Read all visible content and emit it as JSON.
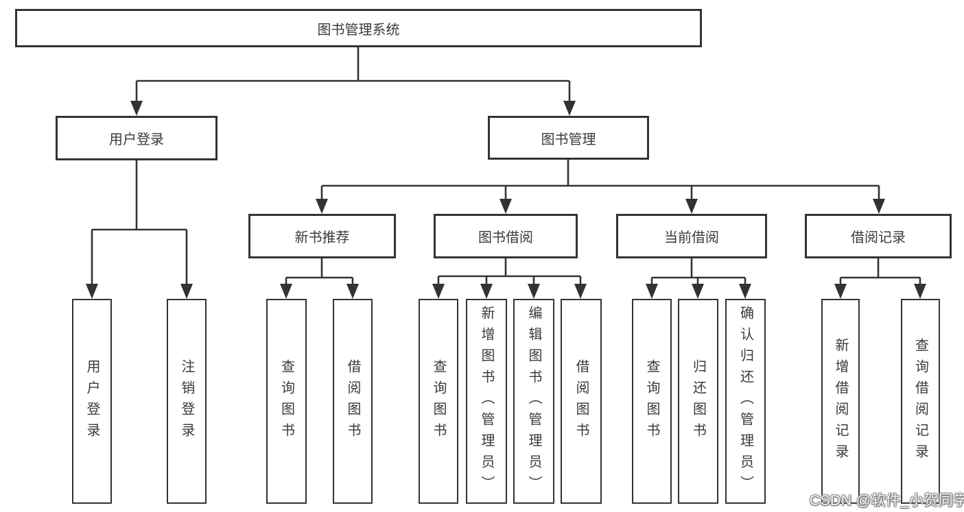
{
  "colors": {
    "line": "#333333",
    "text": "#3a3a3a",
    "background": "#ffffff",
    "watermark_text": "#f7f7f7",
    "watermark_shadow": "#6e6e6e"
  },
  "watermark": {
    "text": "CSDN @软件_小贺同学"
  },
  "tree": {
    "label": "图书管理系统",
    "children": [
      {
        "label": "用户登录",
        "children": [
          {
            "label": "用户登录"
          },
          {
            "label": "注销登录"
          }
        ]
      },
      {
        "label": "图书管理",
        "children": [
          {
            "label": "新书推荐",
            "children": [
              {
                "label": "查询图书"
              },
              {
                "label": "借阅图书"
              }
            ]
          },
          {
            "label": "图书借阅",
            "children": [
              {
                "label": "查询图书"
              },
              {
                "label": "新增图书（管理员）"
              },
              {
                "label": "编辑图书（管理员）"
              },
              {
                "label": "借阅图书"
              }
            ]
          },
          {
            "label": "当前借阅",
            "children": [
              {
                "label": "查询图书"
              },
              {
                "label": "归还图书"
              },
              {
                "label": "确认归还（管理员）"
              }
            ]
          },
          {
            "label": "借阅记录",
            "children": [
              {
                "label": "新增借阅记录"
              },
              {
                "label": "查询借阅记录"
              }
            ]
          }
        ]
      }
    ]
  }
}
